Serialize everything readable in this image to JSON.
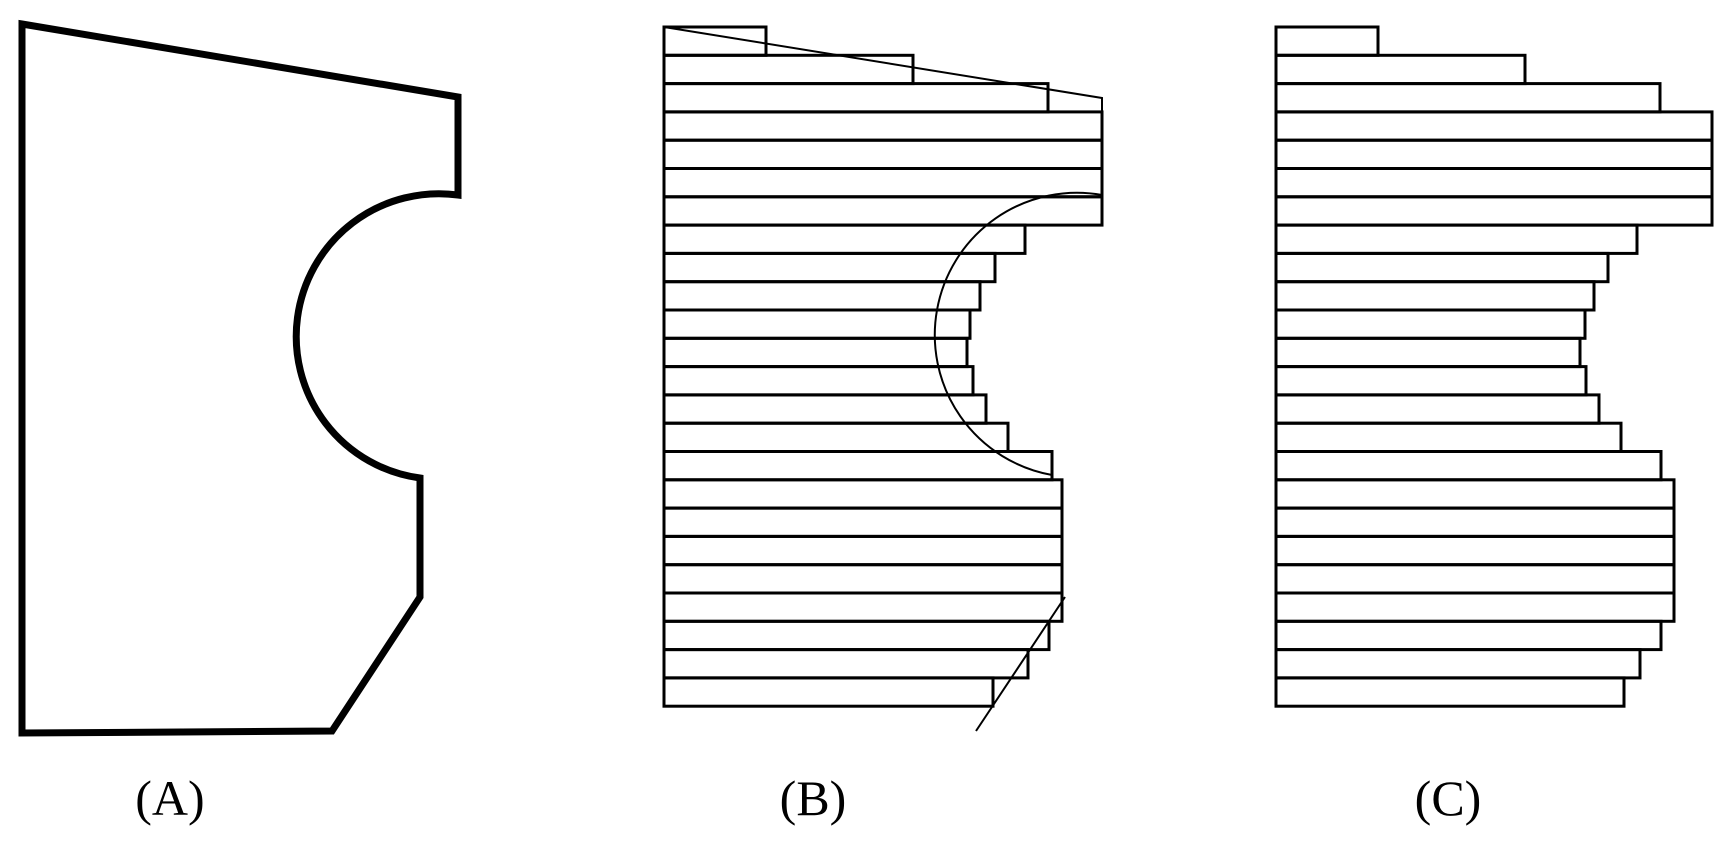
{
  "figure": {
    "colors": {
      "stroke": "#000000",
      "background": "#ffffff"
    },
    "panels": [
      {
        "id": "A",
        "label": "(A)"
      },
      {
        "id": "B",
        "label": "(B)"
      },
      {
        "id": "C",
        "label": "(C)"
      }
    ]
  }
}
